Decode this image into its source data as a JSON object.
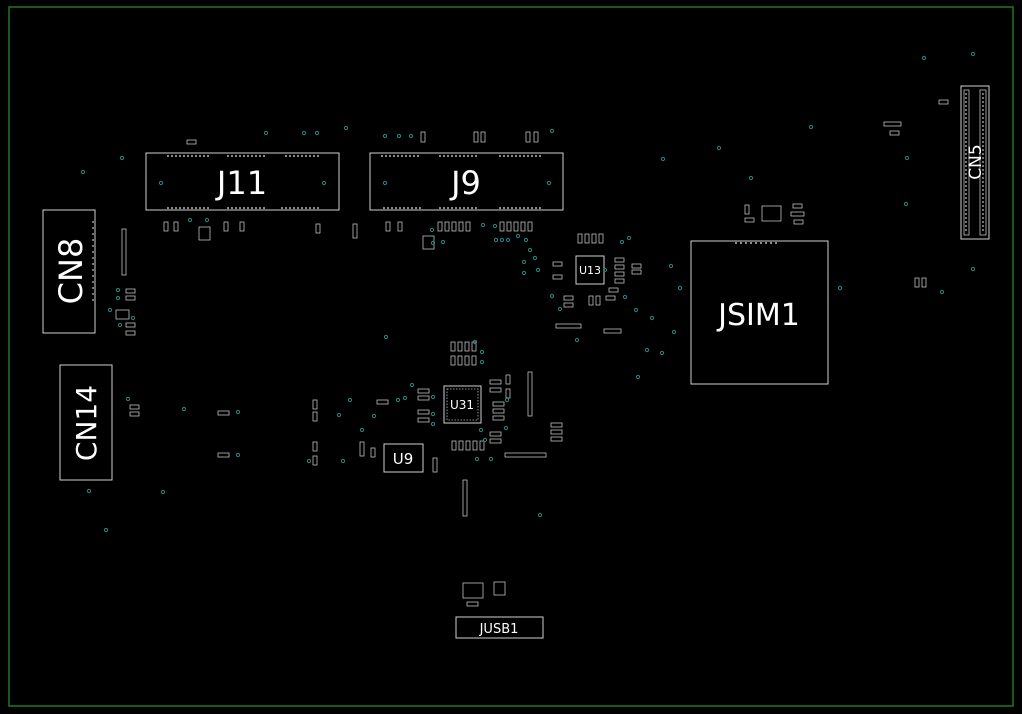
{
  "board": {
    "edge_color": "#1e7a1e",
    "background": "#000000",
    "outline_color": "#cfcfcf",
    "via_color": "#1f8a8a"
  },
  "components": {
    "j11": "J11",
    "j9": "J9",
    "cn8": "CN8",
    "cn14": "CN14",
    "cn5": "CN5",
    "jsim1": "JSIM1",
    "u13": "U13",
    "u31": "U31",
    "u9": "U9",
    "jusb1": "JUSB1"
  }
}
